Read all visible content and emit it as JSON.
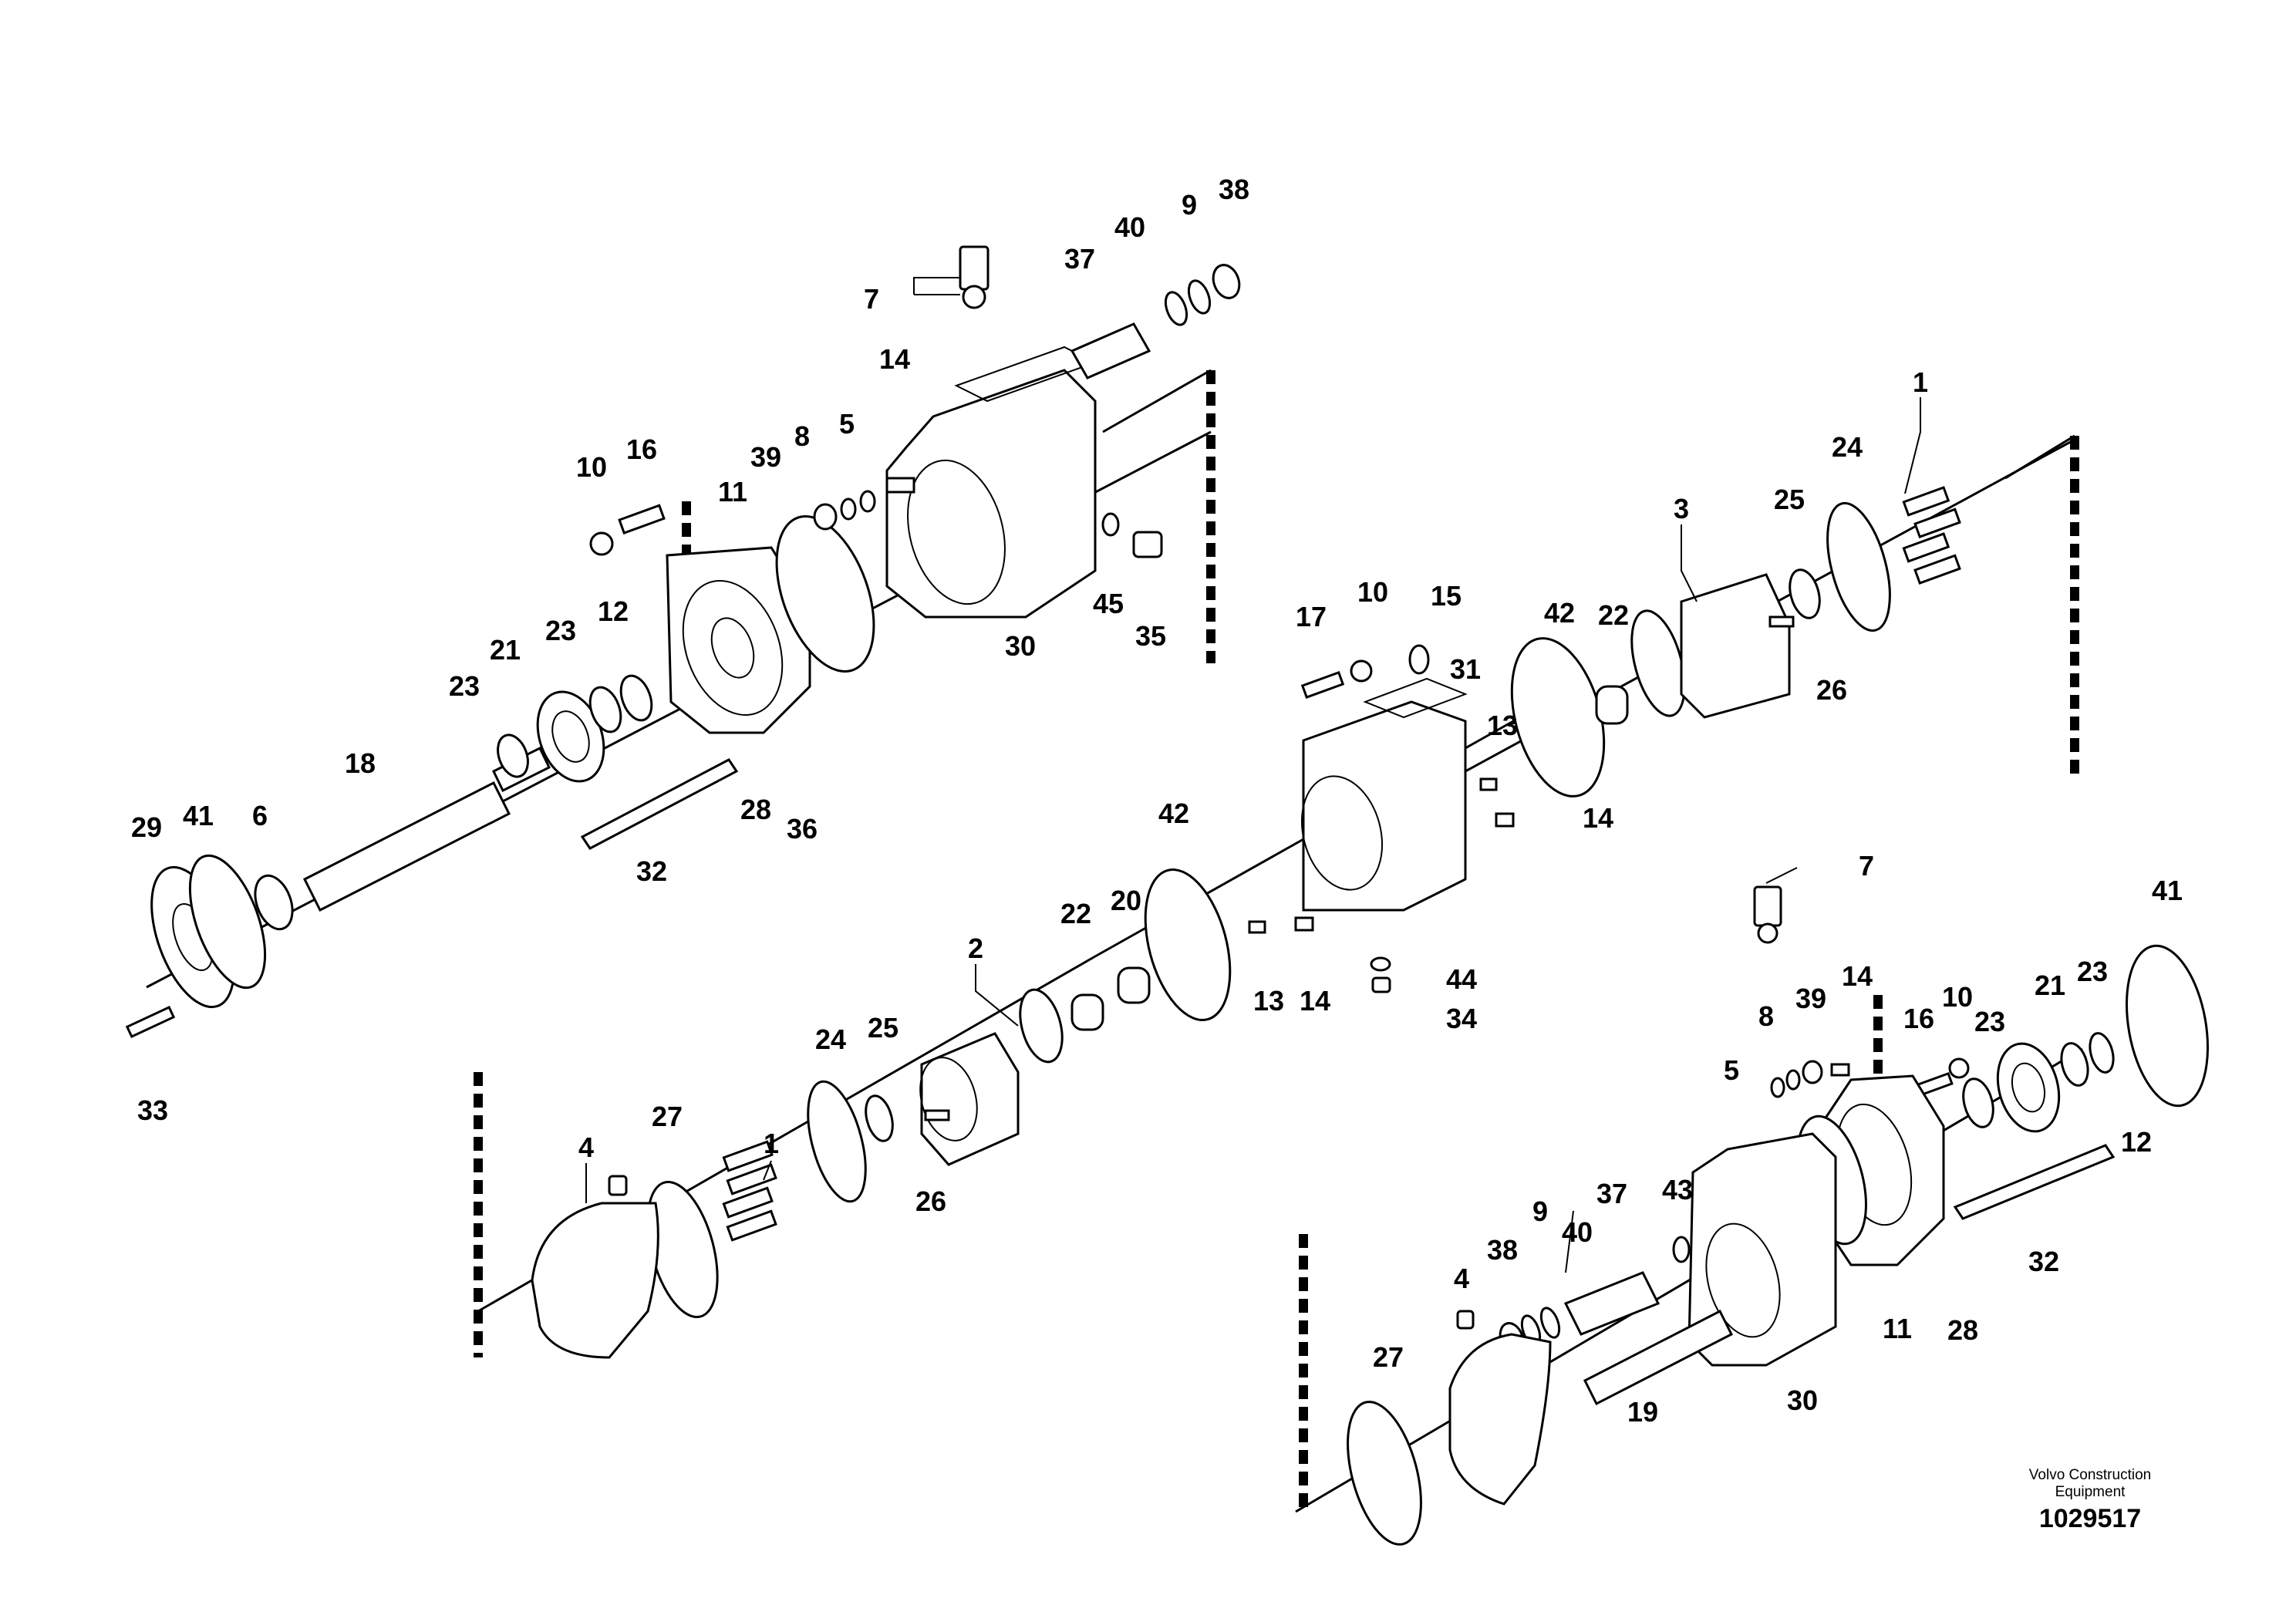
{
  "drawing": {
    "callouts": [
      "1",
      "2",
      "3",
      "4",
      "5",
      "6",
      "7",
      "8",
      "9",
      "10",
      "11",
      "12",
      "13",
      "14",
      "15",
      "16",
      "17",
      "18",
      "19",
      "20",
      "21",
      "22",
      "23",
      "24",
      "25",
      "26",
      "27",
      "28",
      "29",
      "30",
      "31",
      "32",
      "33",
      "34",
      "35",
      "36",
      "37",
      "38",
      "39",
      "40",
      "41",
      "42",
      "43",
      "44",
      "45"
    ]
  },
  "footer": {
    "brand_line1": "Volvo Construction",
    "brand_line2": "Equipment",
    "document_number": "1029517"
  }
}
